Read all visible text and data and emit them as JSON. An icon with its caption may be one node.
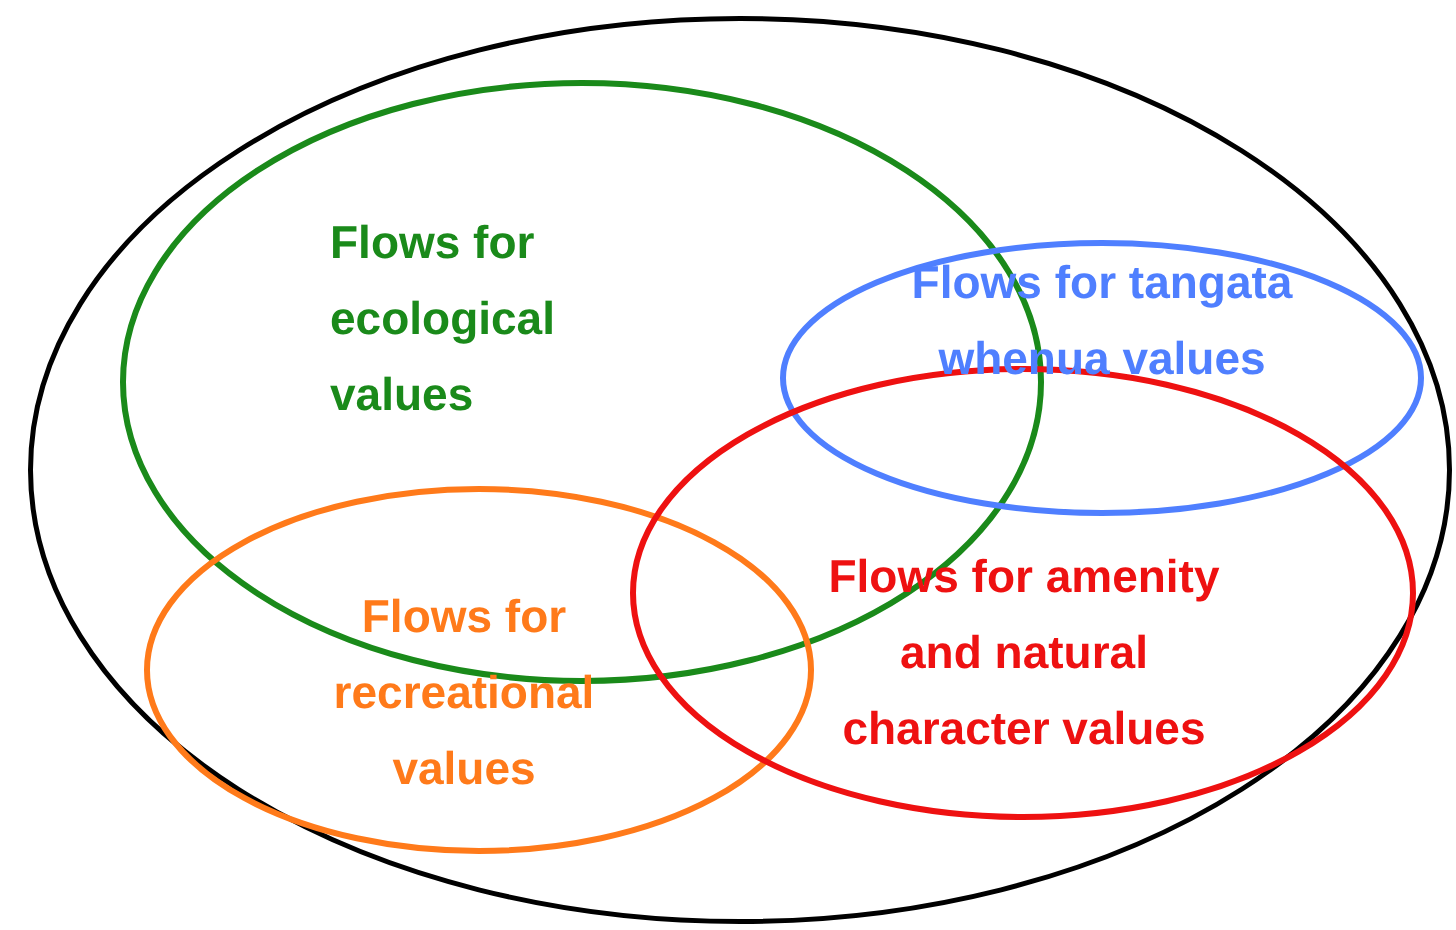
{
  "diagram": {
    "nodes": [
      {
        "text": [],
        "shape": "ellipse"
      },
      {
        "text": [
          "Flows for ecological values"
        ],
        "in": 0
      },
      {
        "text": [
          "Flows for tangata whenua values"
        ],
        "in": 0
      },
      {
        "text": [
          "Flows for recreational values"
        ],
        "in": 0
      },
      {
        "text": [
          "Flows for amenity and natural character values"
        ],
        "in": 0
      }
    ],
    "edges": []
  }
}
